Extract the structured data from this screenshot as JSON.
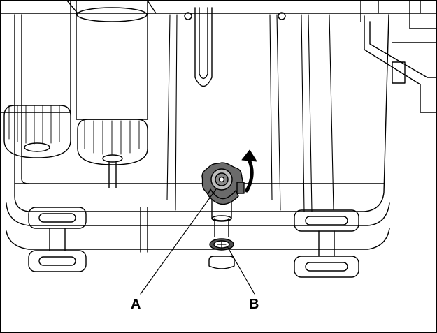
{
  "callouts": {
    "a": {
      "label": "A",
      "target": "drain-valve-knob"
    },
    "b": {
      "label": "B",
      "target": "drain-plug"
    }
  },
  "arrow": {
    "meaning": "rotate-counterclockwise"
  },
  "colors": {
    "line": "#000000",
    "knob_fill": "#6b6b6b",
    "background": "#ffffff"
  }
}
